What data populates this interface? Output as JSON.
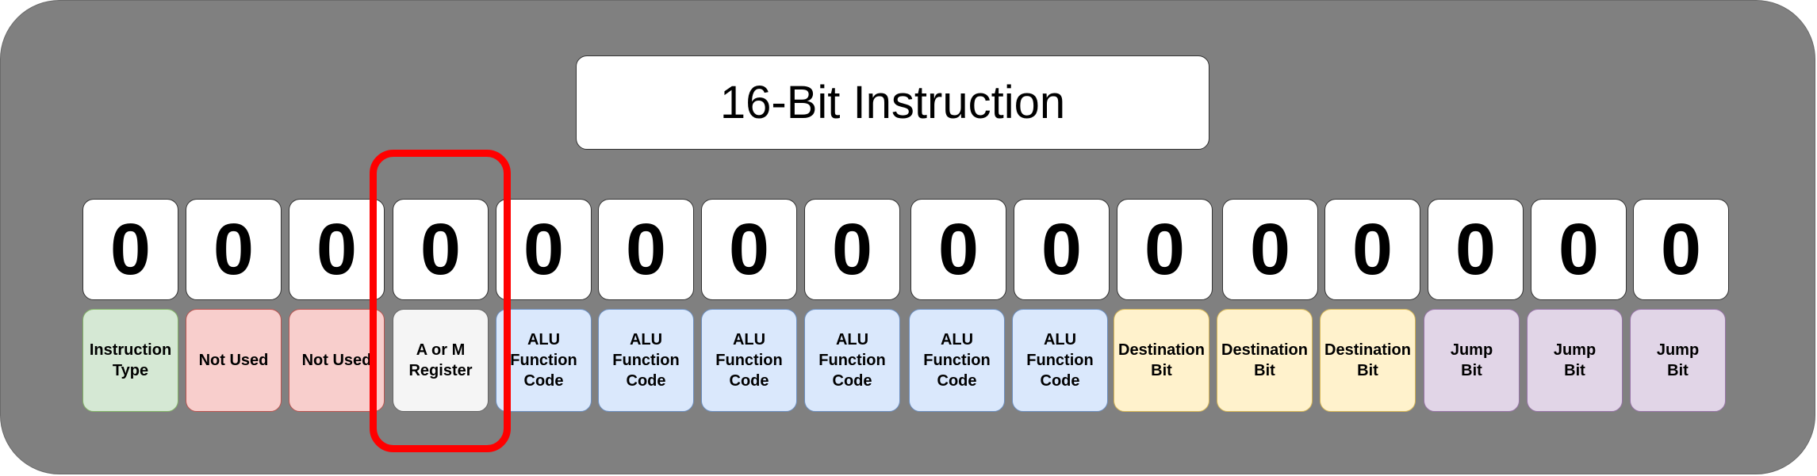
{
  "title": "16-Bit Instruction",
  "bits": [
    "0",
    "0",
    "0",
    "0",
    "0",
    "0",
    "0",
    "0",
    "0",
    "0",
    "0",
    "0",
    "0",
    "0",
    "0",
    "0"
  ],
  "labels": [
    {
      "text": "Instruction\nType",
      "kind": "type"
    },
    {
      "text": "Not Used",
      "kind": "unused"
    },
    {
      "text": "Not Used",
      "kind": "unused"
    },
    {
      "text": "A or M\nRegister",
      "kind": "register"
    },
    {
      "text": "ALU\nFunction\nCode",
      "kind": "alu"
    },
    {
      "text": "ALU\nFunction\nCode",
      "kind": "alu"
    },
    {
      "text": "ALU\nFunction\nCode",
      "kind": "alu"
    },
    {
      "text": "ALU\nFunction\nCode",
      "kind": "alu"
    },
    {
      "text": "ALU\nFunction\nCode",
      "kind": "alu"
    },
    {
      "text": "ALU\nFunction\nCode",
      "kind": "alu"
    },
    {
      "text": "Destination\nBit",
      "kind": "dest"
    },
    {
      "text": "Destination\nBit",
      "kind": "dest"
    },
    {
      "text": "Destination\nBit",
      "kind": "dest"
    },
    {
      "text": "Jump\nBit",
      "kind": "jump"
    },
    {
      "text": "Jump\nBit",
      "kind": "jump"
    },
    {
      "text": "Jump\nBit",
      "kind": "jump"
    }
  ],
  "colors": {
    "type": {
      "fill": "#d5e8d4",
      "stroke": "#82b366"
    },
    "unused": {
      "fill": "#f8cecc",
      "stroke": "#b85450"
    },
    "register": {
      "fill": "#f5f5f5",
      "stroke": "#666666"
    },
    "alu": {
      "fill": "#dae8fc",
      "stroke": "#6c8ebf"
    },
    "dest": {
      "fill": "#fff2cc",
      "stroke": "#d6b656"
    },
    "jump": {
      "fill": "#e1d5e7",
      "stroke": "#9673a6"
    },
    "highlight": "#ff0000",
    "panel": "#808080"
  },
  "highlighted_index": 3
}
